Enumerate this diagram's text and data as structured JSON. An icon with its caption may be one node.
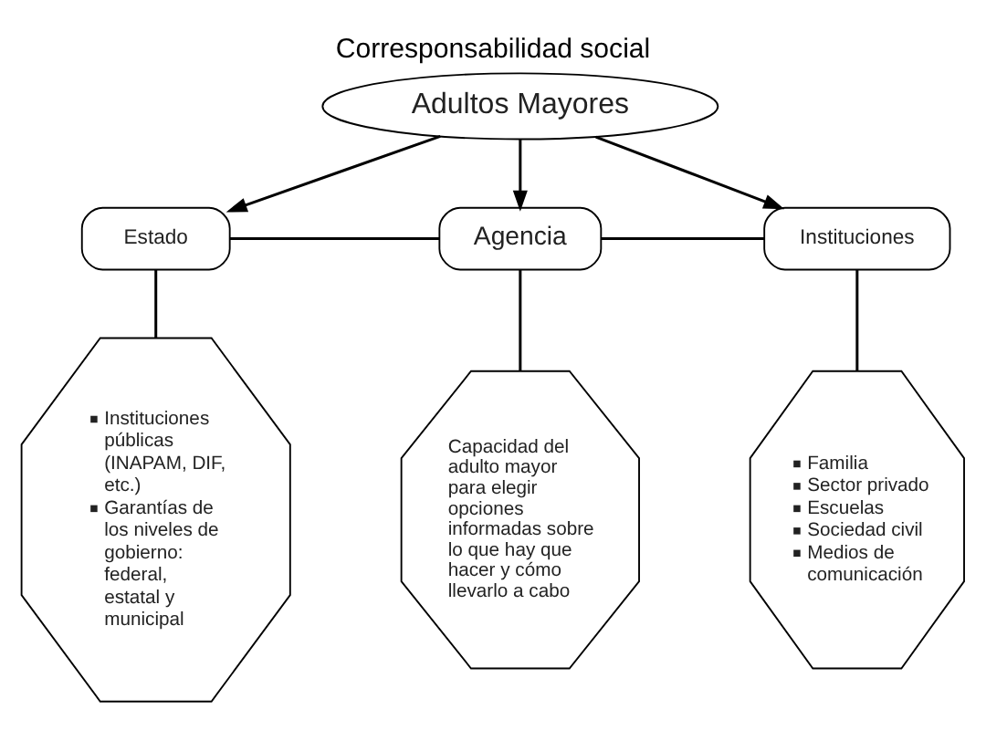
{
  "diagram": {
    "title": "Corresponsabilidad social",
    "nodes": [
      {
        "text": [
          "Adultos Mayores"
        ]
      },
      {
        "text": [
          "Estado"
        ]
      },
      {
        "text": [
          "Agencia"
        ]
      },
      {
        "text": [
          "Instituciones"
        ]
      },
      {
        "text": [
          "Instituciones públicas (INAPAM, DIF, etc.)",
          "Garantías de los niveles de gobierno: federal, estatal y municipal"
        ]
      },
      {
        "text": [
          "Capacidad del adulto mayor para elegir opciones informadas sobre lo que hay que hacer y cómo llevarlo a cabo"
        ]
      },
      {
        "text": [
          "Familia",
          "Sector privado",
          "Escuelas",
          "Sociedad civil",
          "Medios de comunicación"
        ]
      }
    ],
    "edges": [
      {
        "from": 0,
        "to": 1,
        "arrow": "to"
      },
      {
        "from": 0,
        "to": 2,
        "arrow": "to"
      },
      {
        "from": 0,
        "to": 3,
        "arrow": "to"
      },
      {
        "from": 1,
        "to": 2,
        "arrow": "none"
      },
      {
        "from": 2,
        "to": 3,
        "arrow": "none"
      },
      {
        "from": 1,
        "to": 4,
        "arrow": "none"
      },
      {
        "from": 2,
        "to": 5,
        "arrow": "none"
      },
      {
        "from": 3,
        "to": 6,
        "arrow": "none"
      }
    ]
  }
}
